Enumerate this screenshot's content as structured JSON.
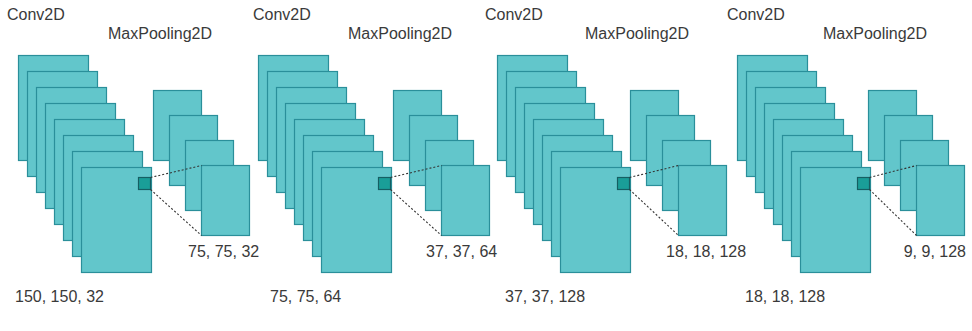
{
  "diagram": {
    "nodes": [
      {
        "text": [
          "Conv2D",
          "150, 150, 32"
        ]
      },
      {
        "text": [
          "MaxPooling2D",
          "75, 75, 32"
        ]
      },
      {
        "text": [
          "Conv2D",
          "75, 75, 64"
        ]
      },
      {
        "text": [
          "MaxPooling2D",
          "37, 37, 64"
        ]
      },
      {
        "text": [
          "Conv2D",
          "37, 37, 128"
        ]
      },
      {
        "text": [
          "MaxPooling2D",
          "18, 18, 128"
        ]
      },
      {
        "text": [
          "Conv2D",
          "18, 18, 128"
        ]
      },
      {
        "text": [
          "MaxPooling2D",
          "9, 9, 128"
        ]
      }
    ],
    "edges": [
      {
        "from": 0,
        "to": 1,
        "arrow": "none"
      },
      {
        "from": 2,
        "to": 3,
        "arrow": "none"
      },
      {
        "from": 4,
        "to": 5,
        "arrow": "none"
      },
      {
        "from": 6,
        "to": 7,
        "arrow": "none"
      }
    ]
  }
}
